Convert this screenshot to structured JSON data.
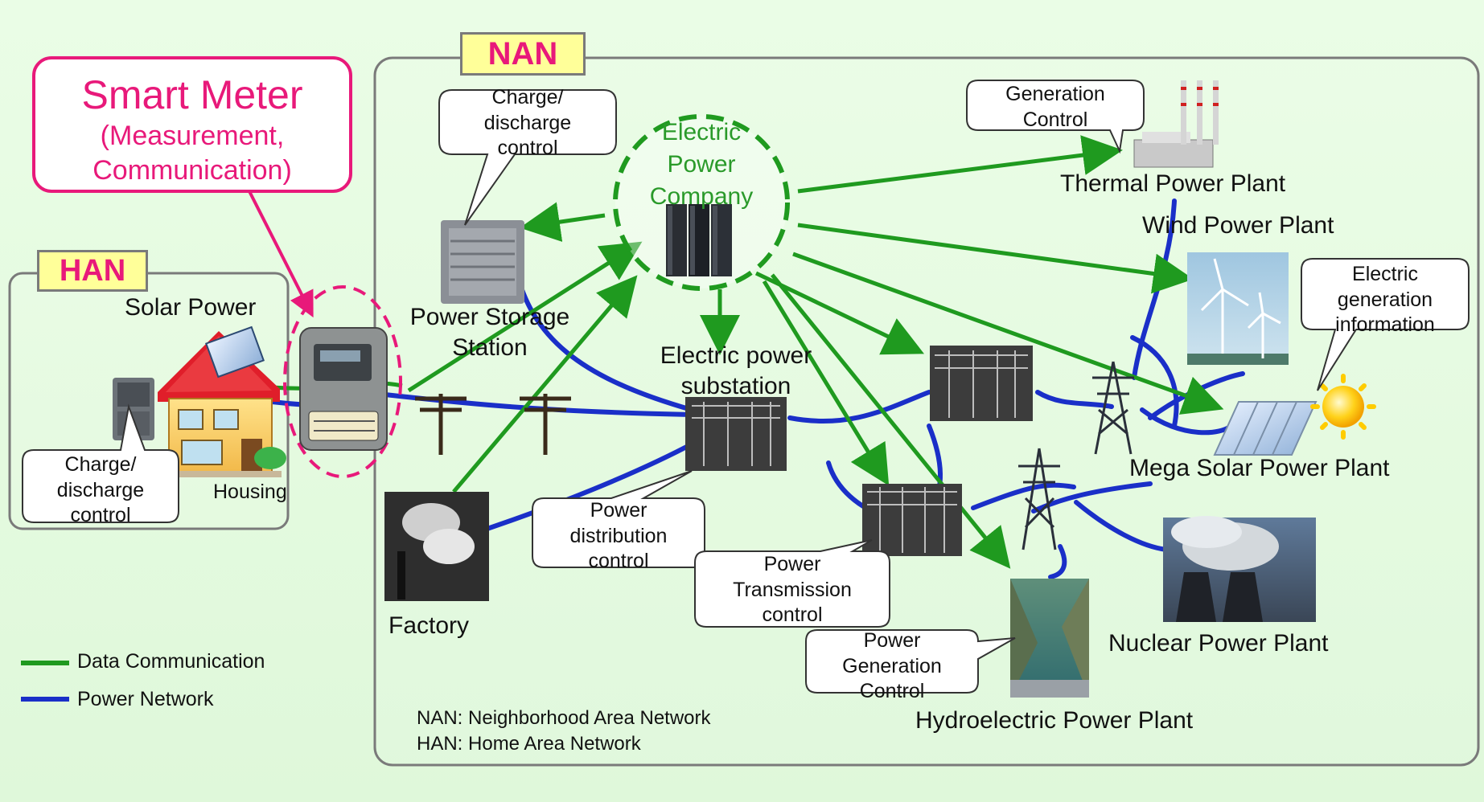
{
  "han": {
    "tag": "HAN"
  },
  "nan": {
    "tag": "NAN"
  },
  "smart_meter": {
    "title": "Smart Meter",
    "subtitle_line1": "(Measurement,",
    "subtitle_line2": "Communication)"
  },
  "labels": {
    "solar_power": "Solar Power",
    "housing": "Housing",
    "power_storage_line1": "Power Storage",
    "power_storage_line2": "Station",
    "epc_line1": "Electric",
    "epc_line2": "Power",
    "epc_line3": "Company",
    "substation_line1": "Electric power",
    "substation_line2": "substation",
    "factory": "Factory",
    "thermal": "Thermal Power Plant",
    "wind": "Wind Power Plant",
    "mega_solar": "Mega Solar Power Plant",
    "nuclear": "Nuclear Power Plant",
    "hydro": "Hydroelectric Power Plant"
  },
  "bubbles": {
    "han_charge": [
      "Charge/",
      "discharge",
      "control"
    ],
    "nan_charge": [
      "Charge/",
      "discharge",
      "control"
    ],
    "generation_control": [
      "Generation",
      "Control"
    ],
    "electric_generation_info": [
      "Electric",
      "generation",
      "information"
    ],
    "power_distribution": [
      "Power",
      "distribution",
      "control"
    ],
    "power_transmission": [
      "Power",
      "Transmission",
      "control"
    ],
    "power_generation": [
      "Power",
      "Generation",
      "Control"
    ]
  },
  "legend": {
    "data": "Data Communication",
    "power": "Power Network",
    "data_color": "#1f9a1f",
    "power_color": "#1a2fc8"
  },
  "notes": {
    "nan": "NAN: Neighborhood Area Network",
    "han": "HAN: Home Area Network"
  },
  "colors": {
    "accent_magenta": "#e8197a",
    "tag_yellow": "#ffff99",
    "green_text": "#2a9a2a"
  }
}
